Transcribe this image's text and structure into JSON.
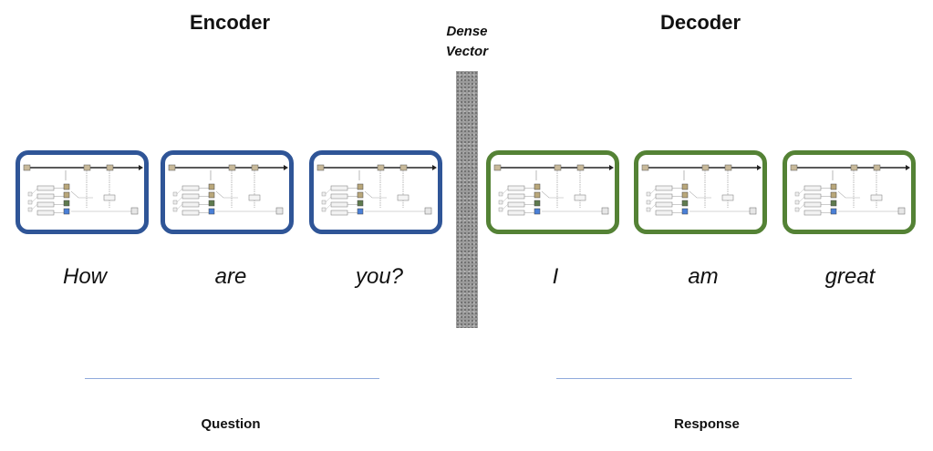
{
  "encoder": {
    "title": "Encoder",
    "words": [
      "How",
      "are",
      "you?"
    ],
    "border_color": "#2f5597",
    "group_label": "Question"
  },
  "dense": {
    "title_line1": "Dense",
    "title_line2": "Vector"
  },
  "decoder": {
    "title": "Decoder",
    "words": [
      "I",
      "am",
      "great"
    ],
    "border_color": "#548235",
    "group_label": "Response"
  },
  "cell_icon": "lstm-cell-diagram-icon"
}
